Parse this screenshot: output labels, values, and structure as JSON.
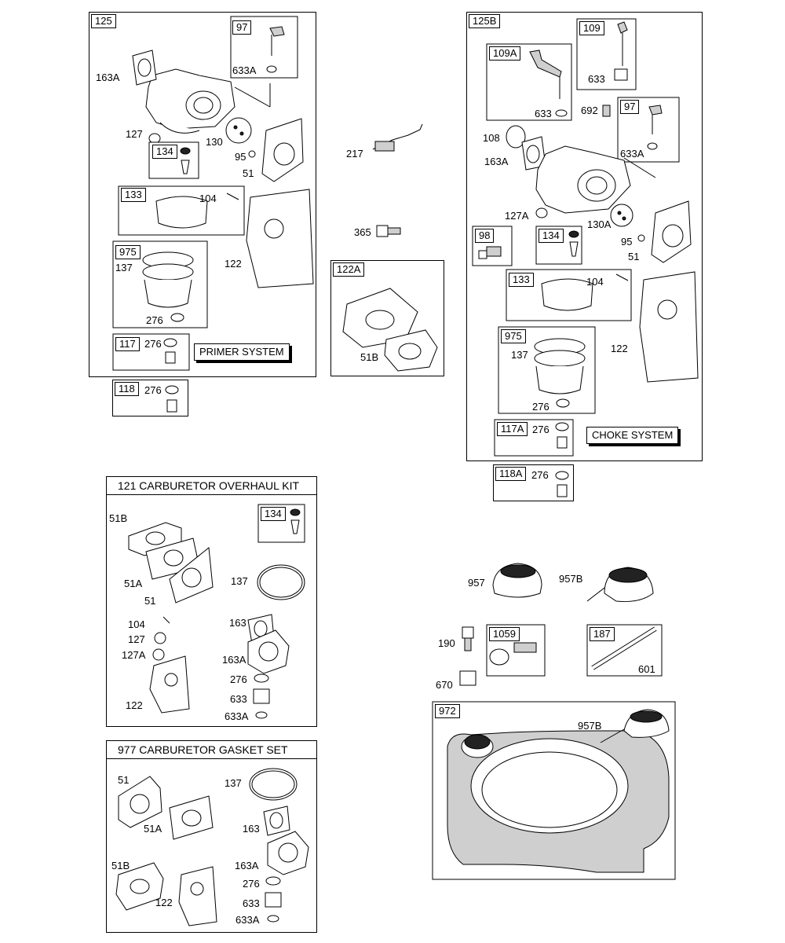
{
  "box125": {
    "tag": "125",
    "primer": "PRIMER SYSTEM",
    "labels": {
      "l163A": "163A",
      "l127": "127",
      "l134tag": "134",
      "l130": "130",
      "l95": "95",
      "l51": "51",
      "l97tag": "97",
      "l633A": "633A",
      "l133tag": "133",
      "l104": "104",
      "l122": "122",
      "l975tag": "975",
      "l137": "137",
      "l276": "276",
      "l117tag": "117",
      "l276b": "276"
    }
  },
  "box118": {
    "tag": "118",
    "l276": "276"
  },
  "center": {
    "l217": "217",
    "l365": "365",
    "tag122A": "122A",
    "l51B": "51B"
  },
  "box125B": {
    "tag": "125B",
    "choke": "CHOKE SYSTEM",
    "labels": {
      "t109A": "109A",
      "t109": "109",
      "l633": "633",
      "l633b": "633",
      "l692": "692",
      "t97": "97",
      "l633A": "633A",
      "l108": "108",
      "l163A": "163A",
      "l127A": "127A",
      "t98": "98",
      "t134": "134",
      "l130A": "130A",
      "l95": "95",
      "l51": "51",
      "t133": "133",
      "l104": "104",
      "l122": "122",
      "t975": "975",
      "l137": "137",
      "l276": "276",
      "t117A": "117A",
      "l276b": "276"
    }
  },
  "box118A": {
    "tag": "118A",
    "l276": "276"
  },
  "kit121": {
    "title": "121 CARBURETOR OVERHAUL KIT",
    "labels": {
      "l51B": "51B",
      "t134": "134",
      "l51A": "51A",
      "l137": "137",
      "l51": "51",
      "l104": "104",
      "l163": "163",
      "l127": "127",
      "l127A": "127A",
      "l163A": "163A",
      "l276": "276",
      "l122": "122",
      "l633": "633",
      "l633A": "633A"
    }
  },
  "kit977": {
    "title": "977 CARBURETOR GASKET SET",
    "labels": {
      "l51": "51",
      "l137": "137",
      "l51A": "51A",
      "l163": "163",
      "l51B": "51B",
      "l163A": "163A",
      "l276": "276",
      "l122": "122",
      "l633": "633",
      "l633A": "633A"
    }
  },
  "tank": {
    "l957": "957",
    "l957B": "957B",
    "l190": "190",
    "t1059": "1059",
    "t187": "187",
    "l601": "601",
    "l670": "670",
    "t972": "972",
    "l957B2": "957B"
  }
}
